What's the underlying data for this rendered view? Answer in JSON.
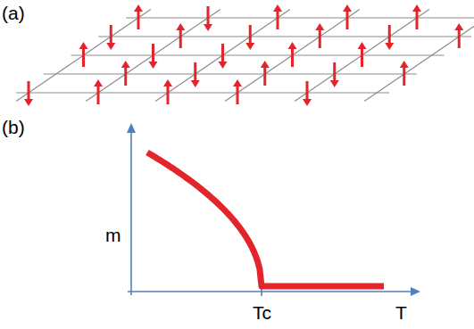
{
  "diagram": {
    "labels": [
      "(a)",
      "(b)",
      "m",
      "Tc",
      "T"
    ]
  }
}
